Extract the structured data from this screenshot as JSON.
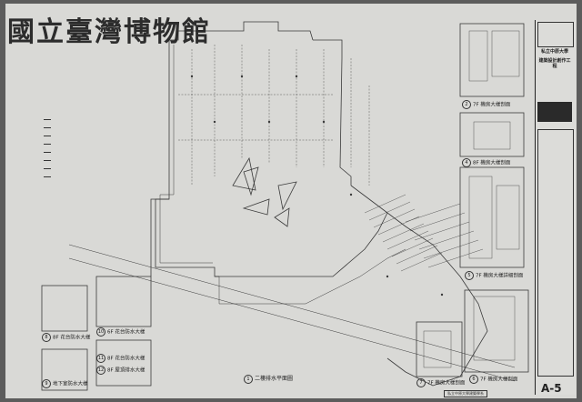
{
  "watermark": "國立臺灣博物館",
  "title_block": {
    "top_small": "",
    "university": "私立中原大學",
    "project": "建築設計創作工程",
    "black_box": "",
    "sheet_number": "A-5"
  },
  "main_drawing": {
    "caption_number": "1",
    "caption": "二樓排水平面圖"
  },
  "details": [
    {
      "num": "2",
      "label": "7F 機房大樣剖面"
    },
    {
      "num": "4",
      "label": "8F 機房大樣剖面"
    },
    {
      "num": "5",
      "label": "7F 機房大樣詳細剖面"
    },
    {
      "num": "6",
      "label": "7F 機房大樣剖面"
    },
    {
      "num": "7",
      "label": "7F 機房大樣剖面"
    }
  ],
  "left_details": [
    {
      "num": "8",
      "label": "8F 花台防水大樣"
    },
    {
      "num": "9",
      "label": "地下室防水大樣"
    },
    {
      "num": "10",
      "label": "6F 花台防水大樣"
    },
    {
      "num": "11",
      "label": "8F 花台防水大樣"
    },
    {
      "num": "12",
      "label": "8F 屋頂排水大樣"
    }
  ],
  "footer": "私立中原大學建築學系",
  "colors": {
    "paper": "#d9d9d6",
    "ink": "#2a2a2a",
    "border": "#5c5c5c"
  }
}
